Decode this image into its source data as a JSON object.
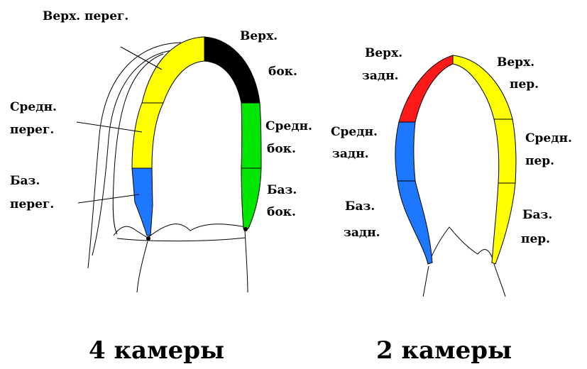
{
  "colors": {
    "yellow": "#ffff00",
    "black": "#000000",
    "green": "#00e600",
    "blue": "#1e78ff",
    "red": "#ff1a1a"
  },
  "four_chamber": {
    "caption": "4 камеры",
    "labels": {
      "apical_anterior_septal": "Верх. перег.",
      "apical_lateral_1": "Верх.",
      "apical_lateral_2": "бок.",
      "mid_septal_1": "Средн.",
      "mid_septal_2": "перег.",
      "mid_lateral_1": "Средн.",
      "mid_lateral_2": "бок.",
      "basal_septal_1": "Баз.",
      "basal_septal_2": "перег.",
      "basal_lateral_1": "Баз.",
      "basal_lateral_2": "бок."
    }
  },
  "two_chamber": {
    "caption": "2 камеры",
    "labels": {
      "apical_posterior_1": "Верх.",
      "apical_posterior_2": "задн.",
      "apical_anterior_1": "Верх.",
      "apical_anterior_2": "пер.",
      "mid_posterior_1": "Средн.",
      "mid_posterior_2": "задн.",
      "mid_anterior_1": "Средн.",
      "mid_anterior_2": "пер.",
      "basal_posterior_1": "Баз.",
      "basal_posterior_2": "задн.",
      "basal_anterior_1": "Баз.",
      "basal_anterior_2": "пер."
    }
  }
}
